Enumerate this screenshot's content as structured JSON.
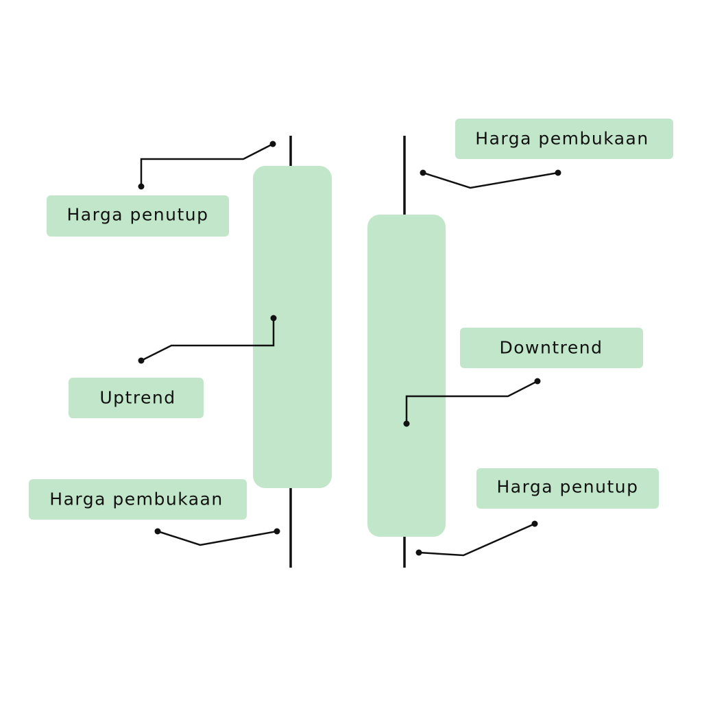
{
  "uptrend": {
    "close_label": "Harga penutup",
    "trend_label": "Uptrend",
    "open_label": "Harga pembukaan"
  },
  "downtrend": {
    "open_label": "Harga pembukaan",
    "trend_label": "Downtrend",
    "close_label": "Harga penutup"
  },
  "colors": {
    "candle": "#c1e6c9",
    "label_bg": "#c1e6c9",
    "line": "#111111"
  }
}
